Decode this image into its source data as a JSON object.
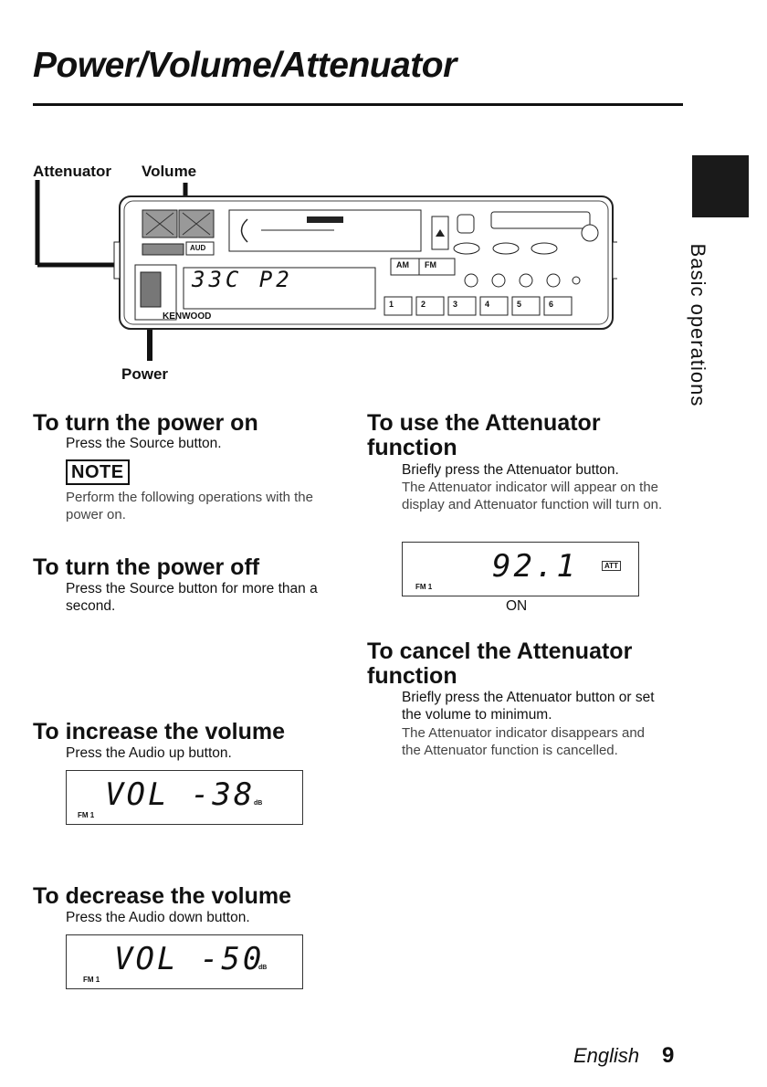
{
  "page": {
    "title": "Power/Volume/Attenuator",
    "side_tab": "Basic operations",
    "footer_lang": "English",
    "footer_page": "9"
  },
  "diagram": {
    "label_attenuator": "Attenuator",
    "label_volume": "Volume",
    "label_power": "Power",
    "brand": "KENWOOD",
    "display_text": "33C  P2",
    "button_aud": "AUD",
    "button_am": "AM",
    "button_fm": "FM",
    "presets": [
      "1",
      "2",
      "3",
      "4",
      "5",
      "6"
    ]
  },
  "power_on": {
    "heading": "To turn the power on",
    "text": "Press the Source button.",
    "note_label": "NOTE",
    "note_text": "Perform the following operations with the power on."
  },
  "power_off": {
    "heading": "To turn the power off",
    "text": "Press the Source button for more than a second."
  },
  "vol_up": {
    "heading": "To increase the volume",
    "text": "Press the Audio up button.",
    "lcd": "VOL -38",
    "lcd_band": "FM 1",
    "lcd_unit": "dB"
  },
  "vol_down": {
    "heading": "To decrease the volume",
    "text": "Press the Audio down button.",
    "lcd": "VOL -50",
    "lcd_band": "FM 1",
    "lcd_unit": "dB"
  },
  "att_use": {
    "heading": "To use the Attenuator function",
    "text": "Briefly press the Attenuator button.",
    "text2": "The Attenuator indicator will appear on the display and Attenuator function will turn on.",
    "lcd": "92.1",
    "lcd_band": "FM 1",
    "lcd_att": "ATT",
    "caption": "ON"
  },
  "att_cancel": {
    "heading": "To cancel the Attenuator function",
    "text": "Briefly press the Attenuator button or set the volume to minimum.",
    "text2": "The Attenuator indicator disappears and the Attenuator function is cancelled."
  }
}
